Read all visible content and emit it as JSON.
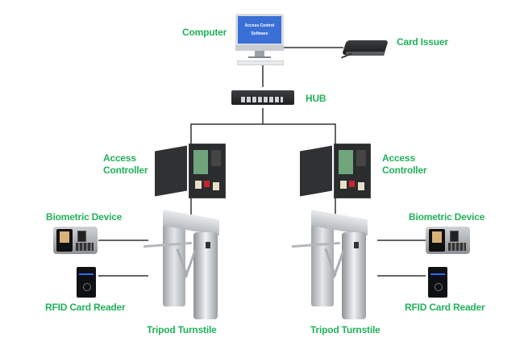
{
  "diagram": {
    "title": "Access Control System Topology",
    "colors": {
      "label": "#22b25a",
      "wire": "#333333",
      "screen": "#3a6fd6"
    },
    "nodes": {
      "computer": {
        "label": "Computer",
        "screen_line1": "Access Control",
        "screen_line2": "Software",
        "icon": "computer-monitor-icon"
      },
      "card_issuer": {
        "label": "Card Issuer",
        "icon": "card-issuer-icon"
      },
      "hub": {
        "label": "HUB",
        "icon": "network-hub-icon"
      },
      "controller_left": {
        "label_line1": "Access",
        "label_line2": "Controller",
        "icon": "access-controller-box-icon"
      },
      "controller_right": {
        "label_line1": "Access",
        "label_line2": "Controller",
        "icon": "access-controller-box-icon"
      },
      "biometric_left": {
        "label": "Biometric Device",
        "icon": "biometric-face-terminal-icon"
      },
      "biometric_right": {
        "label": "Biometric Device",
        "icon": "biometric-face-terminal-icon"
      },
      "rfid_left": {
        "label": "RFID Card Reader",
        "icon": "rfid-reader-icon"
      },
      "rfid_right": {
        "label": "RFID Card Reader",
        "icon": "rfid-reader-icon"
      },
      "turnstile_left": {
        "label": "Tripod Turnstile",
        "icon": "tripod-turnstile-icon"
      },
      "turnstile_right": {
        "label": "Tripod Turnstile",
        "icon": "tripod-turnstile-icon"
      }
    },
    "edges": [
      [
        "computer",
        "card_issuer"
      ],
      [
        "computer",
        "hub"
      ],
      [
        "hub",
        "controller_left"
      ],
      [
        "hub",
        "controller_right"
      ],
      [
        "controller_left",
        "turnstile_left"
      ],
      [
        "controller_right",
        "turnstile_right"
      ],
      [
        "biometric_left",
        "turnstile_left"
      ],
      [
        "rfid_left",
        "turnstile_left"
      ],
      [
        "biometric_right",
        "turnstile_right"
      ],
      [
        "rfid_right",
        "turnstile_right"
      ]
    ]
  }
}
